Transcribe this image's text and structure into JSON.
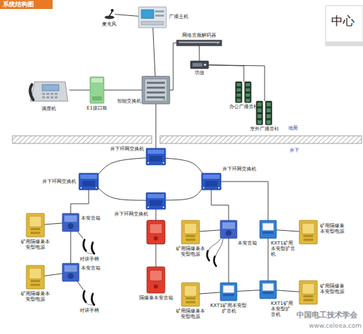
{
  "diagram": {
    "title": "系统结构图",
    "nodes": [
      {
        "text": [
          "麦克风"
        ]
      },
      {
        "text": [
          "广播主机"
        ]
      },
      {
        "text": [
          "网络音频解码器"
        ]
      },
      {
        "text": [
          "功放"
        ]
      },
      {
        "text": [
          "办公广播音柱"
        ]
      },
      {
        "text": [
          "调度机"
        ]
      },
      {
        "text": [
          "E1接口板"
        ]
      },
      {
        "text": [
          "智能交换机"
        ]
      },
      {
        "text": [
          "室外广播音柱"
        ]
      },
      {
        "text": [
          "井下环网交换机"
        ]
      },
      {
        "text": [
          "井下环网交换机"
        ]
      },
      {
        "text": [
          "井下环网交换机"
        ]
      },
      {
        "text": [
          "井下环网交换机"
        ]
      },
      {
        "text": [
          "矿用隔爆兼本安型电源"
        ]
      },
      {
        "text": [
          "本安音箱"
        ]
      },
      {
        "text": [
          "矿用隔爆兼本安型电源"
        ]
      },
      {
        "text": [
          "本安音箱"
        ]
      },
      {
        "text": [
          "KXT1矿用本安型扩音机"
        ]
      },
      {
        "text": [
          "矿用隔爆兼本安型电源"
        ]
      },
      {
        "text": [
          "对讲手柄"
        ]
      },
      {
        "text": [
          "矿用隔爆兼本安型电源"
        ]
      },
      {
        "text": [
          "本安音箱"
        ]
      },
      {
        "text": [
          "隔爆兼本安音箱"
        ]
      },
      {
        "text": [
          "KXT1矿用本安型扩音机"
        ]
      },
      {
        "text": [
          "矿用隔爆兼本安型电源"
        ]
      },
      {
        "text": [
          "KXT1矿用本安型扩音机"
        ]
      },
      {
        "text": [
          "矿用隔爆兼本安型电源"
        ]
      },
      {
        "text": [
          "对讲手柄"
        ]
      }
    ],
    "edges": [
      {
        "from": 0,
        "to": 1,
        "arrow": "none"
      },
      {
        "from": 1,
        "to": 7,
        "arrow": "none"
      },
      {
        "from": 7,
        "to": 2,
        "arrow": "none"
      },
      {
        "from": 2,
        "to": 3,
        "arrow": "none"
      },
      {
        "from": 3,
        "to": 4,
        "arrow": "none"
      },
      {
        "from": 3,
        "to": 8,
        "arrow": "none"
      },
      {
        "from": 5,
        "to": 6,
        "arrow": "none"
      },
      {
        "from": 6,
        "to": 7,
        "arrow": "none"
      },
      {
        "from": 7,
        "to": 9,
        "arrow": "none"
      },
      {
        "from": 9,
        "to": 11,
        "arrow": "none"
      },
      {
        "from": 11,
        "to": 12,
        "arrow": "none"
      },
      {
        "from": 12,
        "to": 10,
        "arrow": "none"
      },
      {
        "from": 10,
        "to": 9,
        "arrow": "none"
      },
      {
        "from": 10,
        "to": 14,
        "arrow": "none"
      },
      {
        "from": 13,
        "to": 14,
        "arrow": "none"
      },
      {
        "from": 14,
        "to": 19,
        "arrow": "none"
      },
      {
        "from": 14,
        "to": 21,
        "arrow": "none"
      },
      {
        "from": 20,
        "to": 21,
        "arrow": "none"
      },
      {
        "from": 21,
        "to": 27,
        "arrow": "none"
      },
      {
        "from": 12,
        "to": 22,
        "arrow": "none"
      },
      {
        "from": 11,
        "to": 16,
        "arrow": "none"
      },
      {
        "from": 15,
        "to": 16,
        "arrow": "none"
      },
      {
        "from": 16,
        "to": 23,
        "arrow": "none"
      },
      {
        "from": 23,
        "to": 24,
        "arrow": "none"
      },
      {
        "from": 11,
        "to": 17,
        "arrow": "none"
      },
      {
        "from": 17,
        "to": 18,
        "arrow": "none"
      },
      {
        "from": 17,
        "to": 25,
        "arrow": "none"
      },
      {
        "from": 25,
        "to": 26,
        "arrow": "none"
      },
      {
        "from": 23,
        "to": 25,
        "arrow": "none"
      }
    ],
    "labels": [
      "中心",
      "地面",
      "井下",
      "中国电工技术学会",
      "www.celeea.com"
    ]
  }
}
